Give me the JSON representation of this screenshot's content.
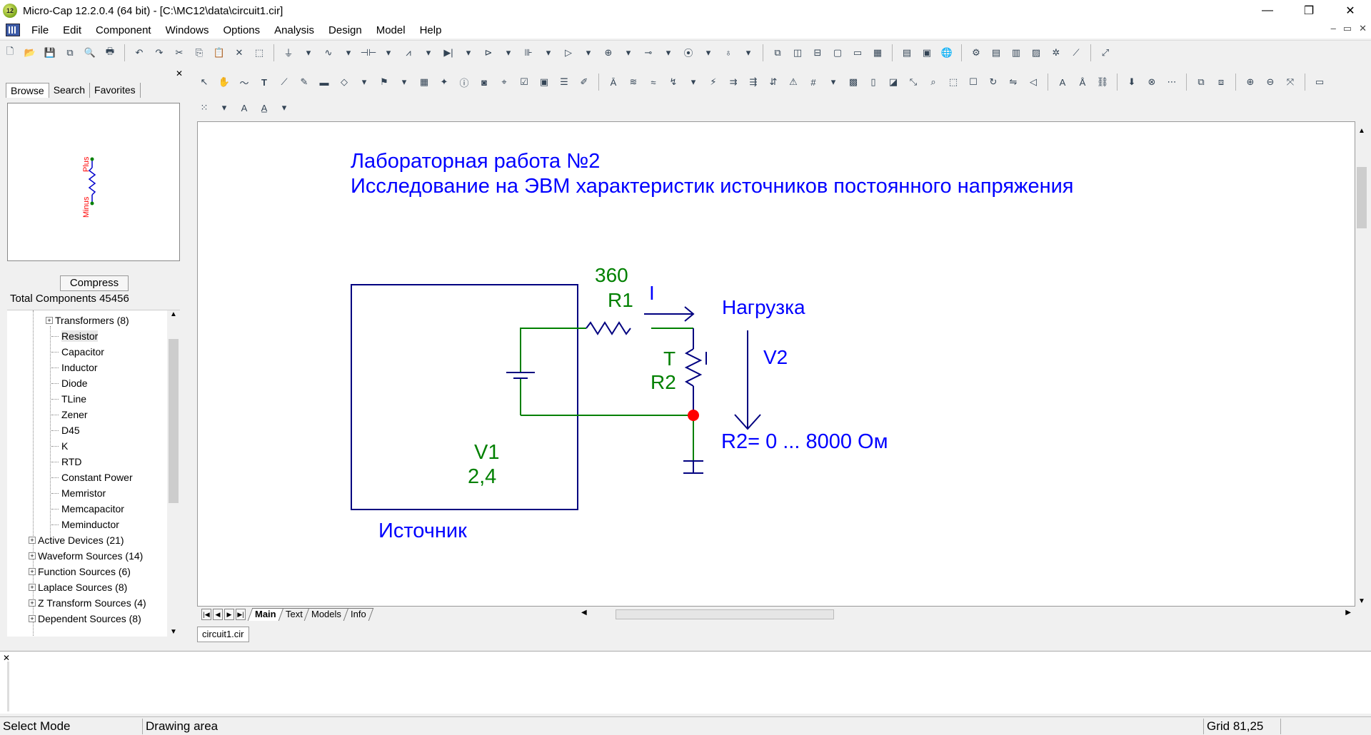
{
  "window": {
    "title": "Micro-Cap 12.2.0.4 (64 bit) - [C:\\MC12\\data\\circuit1.cir]",
    "app_icon_text": "12",
    "minimize": "—",
    "restore": "❐",
    "close": "✕"
  },
  "menu": {
    "items": [
      "File",
      "Edit",
      "Component",
      "Windows",
      "Options",
      "Analysis",
      "Design",
      "Model",
      "Help"
    ],
    "mdi": [
      "–",
      "▭",
      "✕"
    ]
  },
  "left_panel": {
    "close": "✕",
    "tabs": [
      "Browse",
      "Search",
      "Favorites"
    ],
    "preview": {
      "plus_label": "Plus",
      "minus_label": "Minus"
    },
    "compress_label": "Compress",
    "total_components": "Total Components 45456",
    "tree": {
      "children": [
        "Transformers (8)",
        "Resistor",
        "Capacitor",
        "Inductor",
        "Diode",
        "TLine",
        "Zener",
        "D45",
        "K",
        "RTD",
        "Constant Power",
        "Memristor",
        "Memcapacitor",
        "Meminductor"
      ],
      "groups": [
        "Active Devices (21)",
        "Waveform Sources (14)",
        "Function Sources (6)",
        "Laplace Sources (8)",
        "Z Transform Sources (4)",
        "Dependent Sources (8)"
      ],
      "selected": "Resistor"
    }
  },
  "schematic": {
    "title_line1": "Лабораторная работа №2",
    "title_line2": "Исследование на ЭВМ характеристик источников постоянного напряжения",
    "r1_value": "360",
    "r1_name": "R1",
    "current_label": "I",
    "load_label": "Нагрузка",
    "r2_t": "T",
    "r2_name": "R2",
    "v2_label": "V2",
    "r2_range": "R2= 0 ... 8000 Ом",
    "v1_name": "V1",
    "v1_value": "2,4",
    "source_label": "Источник",
    "colors": {
      "text_blue": "#0000ff",
      "component_green": "#008000",
      "wire_green": "#008000",
      "node_red": "#ff0000",
      "box_navy": "#000080"
    }
  },
  "sheet_tabs": [
    "Main",
    "Text",
    "Models",
    "Info"
  ],
  "active_sheet": "Main",
  "file_tab": "circuit1.cir",
  "output_close": "✕",
  "status": {
    "mode": "Select Mode",
    "area": "Drawing area",
    "grid": "Grid 81,25"
  }
}
